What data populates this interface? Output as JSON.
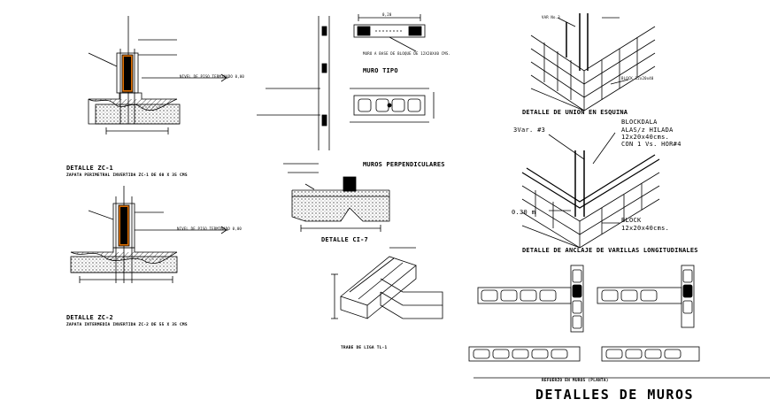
{
  "drawing": {
    "title": "DETALLES DE MUROS",
    "subtitle": "REFUERZO EN MUROS (PLANTA)"
  },
  "details": {
    "zc1": {
      "title": "DETALLE ZC-1",
      "subtitle": "ZAPATA PERIMETRAL INVERTIDA ZC-1 DE 60 X 35 CMS",
      "level": "NIVEL DE PISO TERMINADO 0,00"
    },
    "zc2": {
      "title": "DETALLE ZC-2",
      "subtitle": "ZAPATA INTERMEDIA INVERTIDA ZC-2 DE 55 X 35 CMS",
      "level": "NIVEL DE PISO TERMINADO 0,00"
    },
    "muro_tipo": {
      "title": "MURO TIPO",
      "dim": "0,20",
      "note": "MURO A BASE DE BLOQUE DE 12X20X40 CMS."
    },
    "muros_perp": {
      "title": "MUROS PERPENDICULARES"
    },
    "ci7": {
      "title": "DETALLE CI-7"
    },
    "trabe": {
      "title": "TRABE DE LIGA TL-1"
    },
    "esquina": {
      "title": "DETALLE DE UNION EN ESQUINA",
      "var_label": "VAR No.3",
      "block_label": "BLOCK 12x20x40",
      "annotations": [
        "3Var. #3",
        "BLOCKDALA",
        "ALAS/z HILADA",
        "12x20x40cms.",
        "CON 1 Vs. HOR#4",
        "0.30 m",
        "BLOCK",
        "12x20x40cms."
      ]
    },
    "anclaje": {
      "title": "DETALLE DE ANCLAJE DE VARILLAS LONGITUDINALES"
    }
  }
}
